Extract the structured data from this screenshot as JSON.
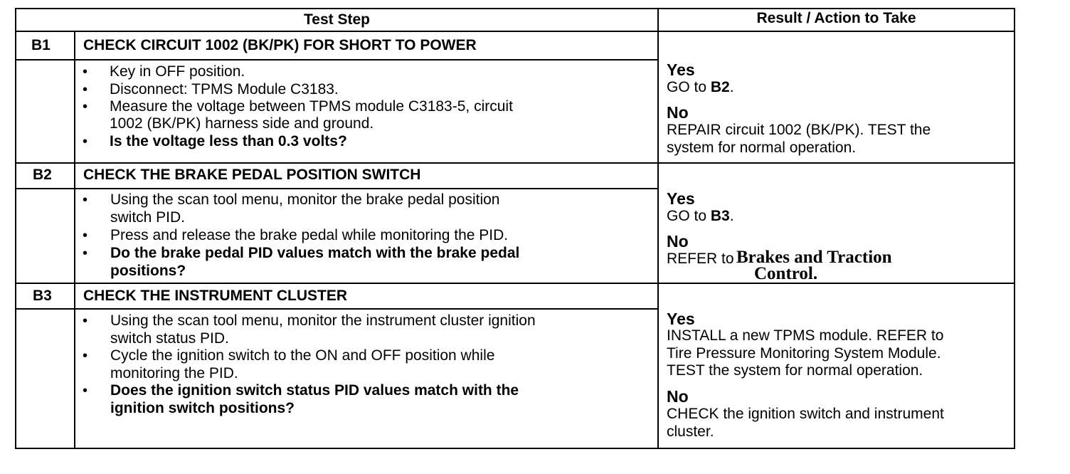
{
  "header": {
    "test_step": "Test Step",
    "result_action": "Result / Action to Take"
  },
  "steps": [
    {
      "id": "B1",
      "title": "CHECK CIRCUIT 1002 (BK/PK) FOR SHORT TO POWER",
      "lines": [
        "Key in OFF position.",
        "Disconnect: TPMS Module C3183.",
        "Measure the voltage between TPMS module C3183-5, circuit",
        "1002 (BK/PK) harness side and ground.",
        "Is the voltage less than 0.3 volts?"
      ],
      "yes_label": "Yes",
      "yes_text_prefix": "GO to ",
      "yes_text_ref": "B2",
      "yes_text_suffix": ".",
      "no_label": "No",
      "no_lines": [
        "REPAIR circuit 1002 (BK/PK). TEST the",
        "system for normal operation."
      ]
    },
    {
      "id": "B2",
      "title": "CHECK THE BRAKE PEDAL POSITION SWITCH",
      "lines": [
        "Using the scan tool menu, monitor the brake pedal position",
        "switch PID.",
        "Press and release the brake pedal while monitoring the PID.",
        "Do the brake pedal PID values match with the brake pedal",
        "positions?"
      ],
      "yes_label": "Yes",
      "yes_text_prefix": "GO to ",
      "yes_text_ref": "B3",
      "yes_text_suffix": ".",
      "no_label": "No",
      "no_prefix": "REFER to ",
      "no_ref_line1": "Brakes and Traction",
      "no_ref_line2": "Control."
    },
    {
      "id": "B3",
      "title": "CHECK THE INSTRUMENT CLUSTER",
      "lines": [
        "Using the scan tool menu, monitor the instrument cluster ignition",
        "switch status PID.",
        "Cycle the ignition switch to the ON and OFF position while",
        "monitoring the PID.",
        "Does the ignition switch status PID values match with the",
        "ignition switch positions?"
      ],
      "yes_label": "Yes",
      "yes_lines": [
        "INSTALL a new TPMS module. REFER to",
        "Tire Pressure Monitoring System Module.",
        "TEST the system for normal operation."
      ],
      "no_label": "No",
      "no_lines": [
        "CHECK the ignition switch and instrument",
        "cluster."
      ]
    }
  ]
}
